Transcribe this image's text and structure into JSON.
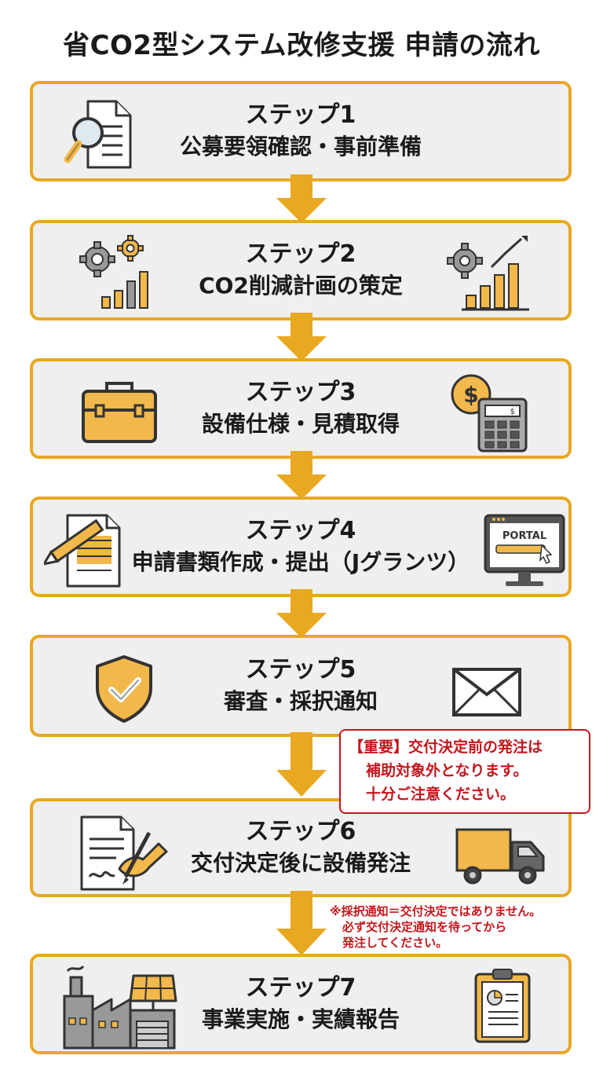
{
  "title": "省CO2型システム改修支援 申請の流れ",
  "steps": [
    {
      "label": "ステップ1",
      "desc": "公募要領確認・事前準備"
    },
    {
      "label": "ステップ2",
      "desc": "CO2削減計画の策定"
    },
    {
      "label": "ステップ3",
      "desc": "設備仕様・見積取得"
    },
    {
      "label": "ステップ4",
      "desc": "申請書類作成・提出（Jグランツ）"
    },
    {
      "label": "ステップ5",
      "desc": "審査・採択通知"
    },
    {
      "label": "ステップ6",
      "desc": "交付決定後に設備発注"
    },
    {
      "label": "ステップ7",
      "desc": "事業実施・実績報告"
    }
  ],
  "icons": {
    "portal_text": "PORTAL",
    "dollar_sign": "$"
  },
  "notes": {
    "important": {
      "line1": "【重要】交付決定前の発注は",
      "line2": "補助対象外となります。",
      "line3": "十分ご注意ください。"
    },
    "caution": {
      "line1": "※採択通知＝交付決定ではありません。",
      "line2": "必ず交付決定通知を待ってから",
      "line3": "発注してください。"
    }
  },
  "colors": {
    "accent": "#e8a821",
    "box_bg": "#efefef",
    "warning": "#c4161c",
    "icon_fill": "#f2b84b",
    "icon_stroke": "#333333"
  }
}
